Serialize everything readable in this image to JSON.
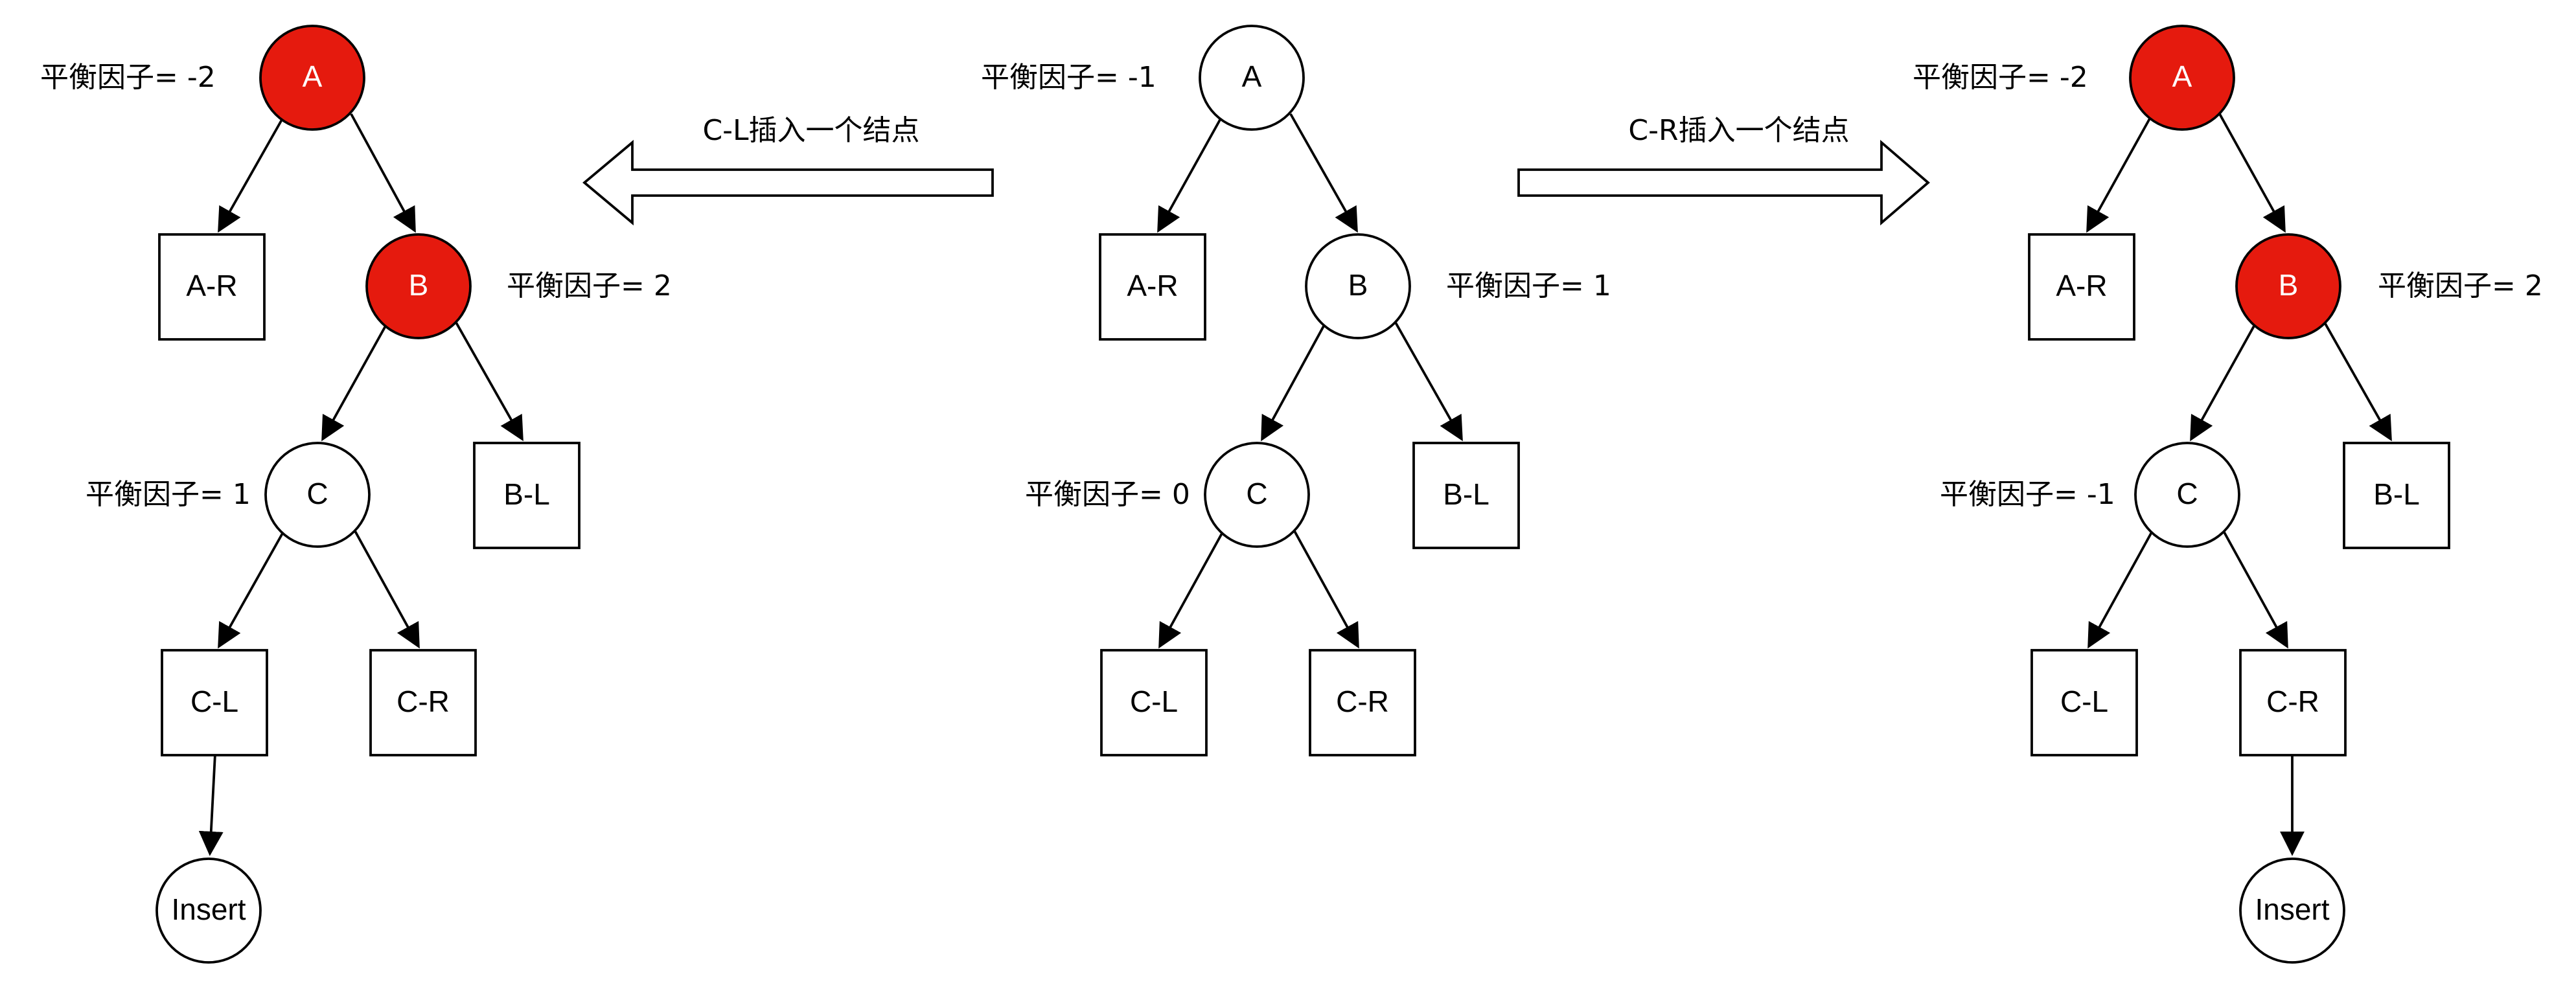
{
  "colors": {
    "highlight": "#E51A0E",
    "normal": "#FFFFFF",
    "stroke": "#000000",
    "text_on_highlight": "#FFFFFF",
    "text": "#000000"
  },
  "captions": {
    "left": "C-L插入一个结点",
    "right": "C-R插入一个结点"
  },
  "trees": {
    "left": {
      "A": {
        "label": "A",
        "bf": "平衡因子= -2",
        "highlight": true
      },
      "A_R": {
        "label": "A-R"
      },
      "B": {
        "label": "B",
        "bf": "平衡因子= 2",
        "highlight": true
      },
      "B_L": {
        "label": "B-L"
      },
      "C": {
        "label": "C",
        "bf": "平衡因子= 1",
        "highlight": false
      },
      "C_L": {
        "label": "C-L"
      },
      "C_R": {
        "label": "C-R"
      },
      "Insert": {
        "label": "Insert"
      }
    },
    "middle": {
      "A": {
        "label": "A",
        "bf": "平衡因子= -1",
        "highlight": false
      },
      "A_R": {
        "label": "A-R"
      },
      "B": {
        "label": "B",
        "bf": "平衡因子= 1",
        "highlight": false
      },
      "B_L": {
        "label": "B-L"
      },
      "C": {
        "label": "C",
        "bf": "平衡因子= 0",
        "highlight": false
      },
      "C_L": {
        "label": "C-L"
      },
      "C_R": {
        "label": "C-R"
      }
    },
    "right": {
      "A": {
        "label": "A",
        "bf": "平衡因子= -2",
        "highlight": true
      },
      "A_R": {
        "label": "A-R"
      },
      "B": {
        "label": "B",
        "bf": "平衡因子= 2",
        "highlight": true
      },
      "B_L": {
        "label": "B-L"
      },
      "C": {
        "label": "C",
        "bf": "平衡因子= -1",
        "highlight": false
      },
      "C_L": {
        "label": "C-L"
      },
      "C_R": {
        "label": "C-R"
      },
      "Insert": {
        "label": "Insert"
      }
    }
  }
}
